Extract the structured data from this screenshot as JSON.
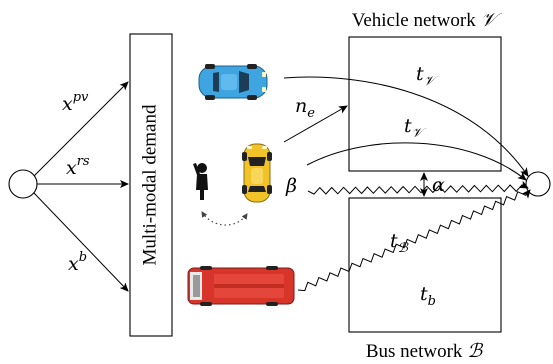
{
  "nodes": {
    "vehicle_title": "Vehicle network",
    "vehicle_symbol": "𝒱",
    "bus_title": "Bus network",
    "bus_symbol": "ℬ",
    "demand_box_label": "Multi-modal demand"
  },
  "labels": {
    "x_pv": {
      "base": "x",
      "sup": "pv"
    },
    "x_rs": {
      "base": "x",
      "sup": "rs"
    },
    "x_b": {
      "base": "x",
      "sup": "b"
    },
    "n_e": {
      "base": "n",
      "sub": "e"
    },
    "t_v_top": {
      "base": "t",
      "sub": "𝒱"
    },
    "t_v_mid": {
      "base": "t",
      "sub": "𝒱"
    },
    "beta": "β",
    "alpha": "α",
    "t_B": {
      "base": "t",
      "sub": "ℬ"
    },
    "t_b": {
      "base": "t",
      "sub": "b"
    }
  },
  "colors": {
    "private_car": "#3fa5e0",
    "ride_sharing_car": "#f2c229",
    "bus": "#d8352a"
  },
  "icons": [
    "private-car-icon",
    "ride-sharing-car-icon",
    "passenger-icon",
    "bus-icon"
  ]
}
